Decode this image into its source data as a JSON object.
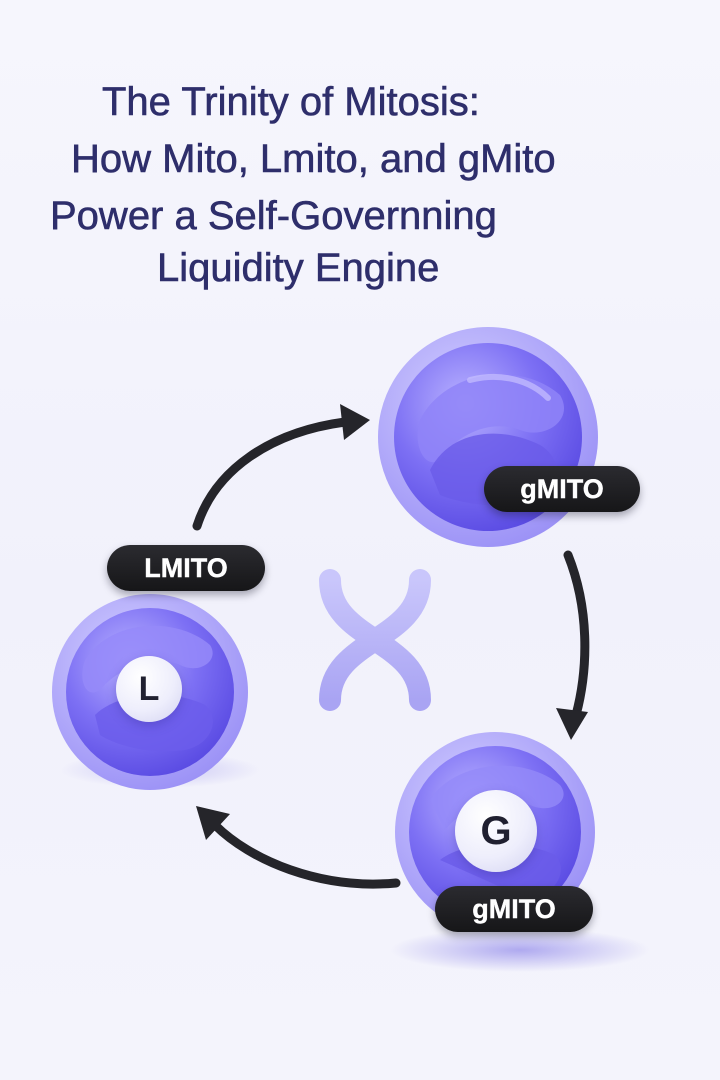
{
  "title": {
    "line1": "The Trinity of Mitosis:",
    "line2": "How Mito, Lmito, and gMito",
    "line3": "Power a Self-Governning",
    "line4": "Liquidity Engine"
  },
  "nodes": {
    "top_right": {
      "label": "gMITO"
    },
    "left": {
      "label": "LMITO",
      "badge": "L"
    },
    "bottom_right": {
      "label": "gMITO",
      "badge": "G"
    }
  },
  "center_icon": "dna-helix-icon",
  "colors": {
    "title": "#2e2e6b",
    "coin": "#7466f0",
    "coin_light": "#a9a2fb",
    "pill": "#1b1b1f",
    "arrow": "#25252a",
    "dna": "#b9b6f6"
  }
}
